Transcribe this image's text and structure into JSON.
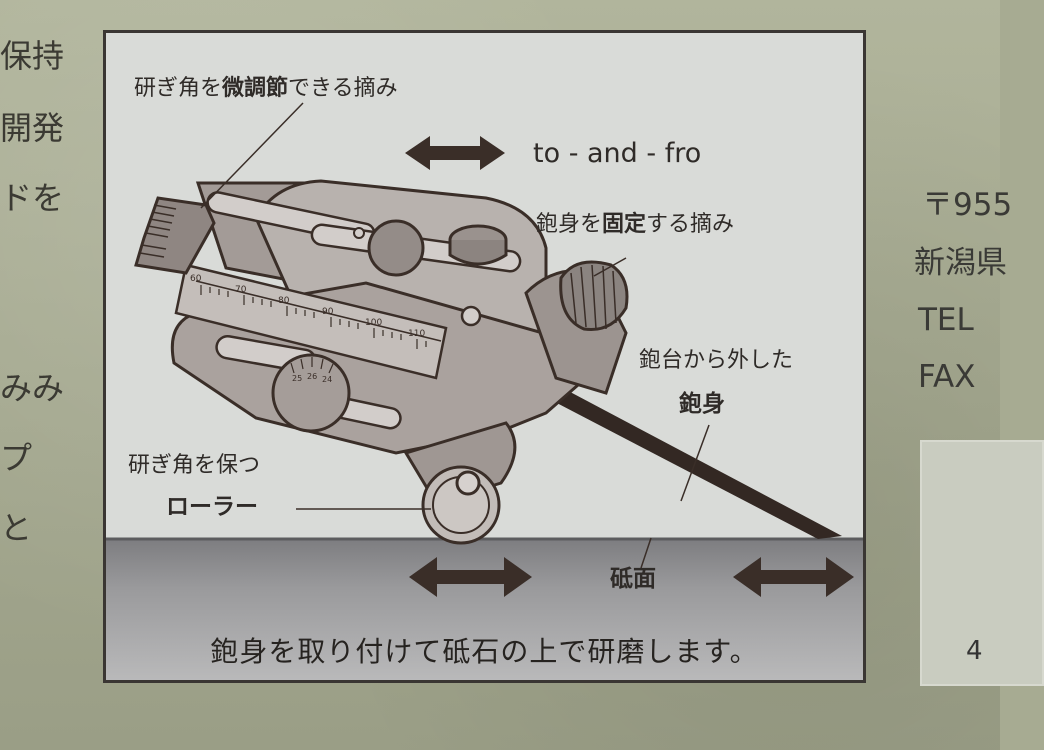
{
  "left_margin_chars": [
    "保持",
    "開発",
    "ドを",
    "",
    "みみ",
    "プ",
    "と"
  ],
  "right_margin_lines": [
    "〒955",
    "新潟県",
    "TEL",
    "FAX"
  ],
  "page_number": "4",
  "diagram": {
    "label_angle_knob_prefix": "研ぎ角を",
    "label_angle_knob_bold": "微調節",
    "label_angle_knob_suffix": "できる摘み",
    "label_motion": "to - and - fro",
    "label_fix_knob_prefix": "鉋身を",
    "label_fix_knob_bold": "固定",
    "label_fix_knob_suffix": "する摘み",
    "label_blade_line1": "鉋台から外した",
    "label_blade_line2": "鉋身",
    "label_roller_line1": "研ぎ角を保つ",
    "label_roller_line2": "ローラー",
    "label_stone_surface": "砥面",
    "caption": "鉋身を取り付けて砥石の上で研磨します。",
    "scale_top": [
      "60",
      "70",
      "80",
      "90",
      "100",
      "110"
    ],
    "scale_dial": [
      "25",
      "26",
      "24"
    ]
  },
  "colors": {
    "panel_bg": "#d9dbd8",
    "ink": "#3a2e28",
    "stone": "#8a8a8c",
    "background": "#a7ab92"
  }
}
